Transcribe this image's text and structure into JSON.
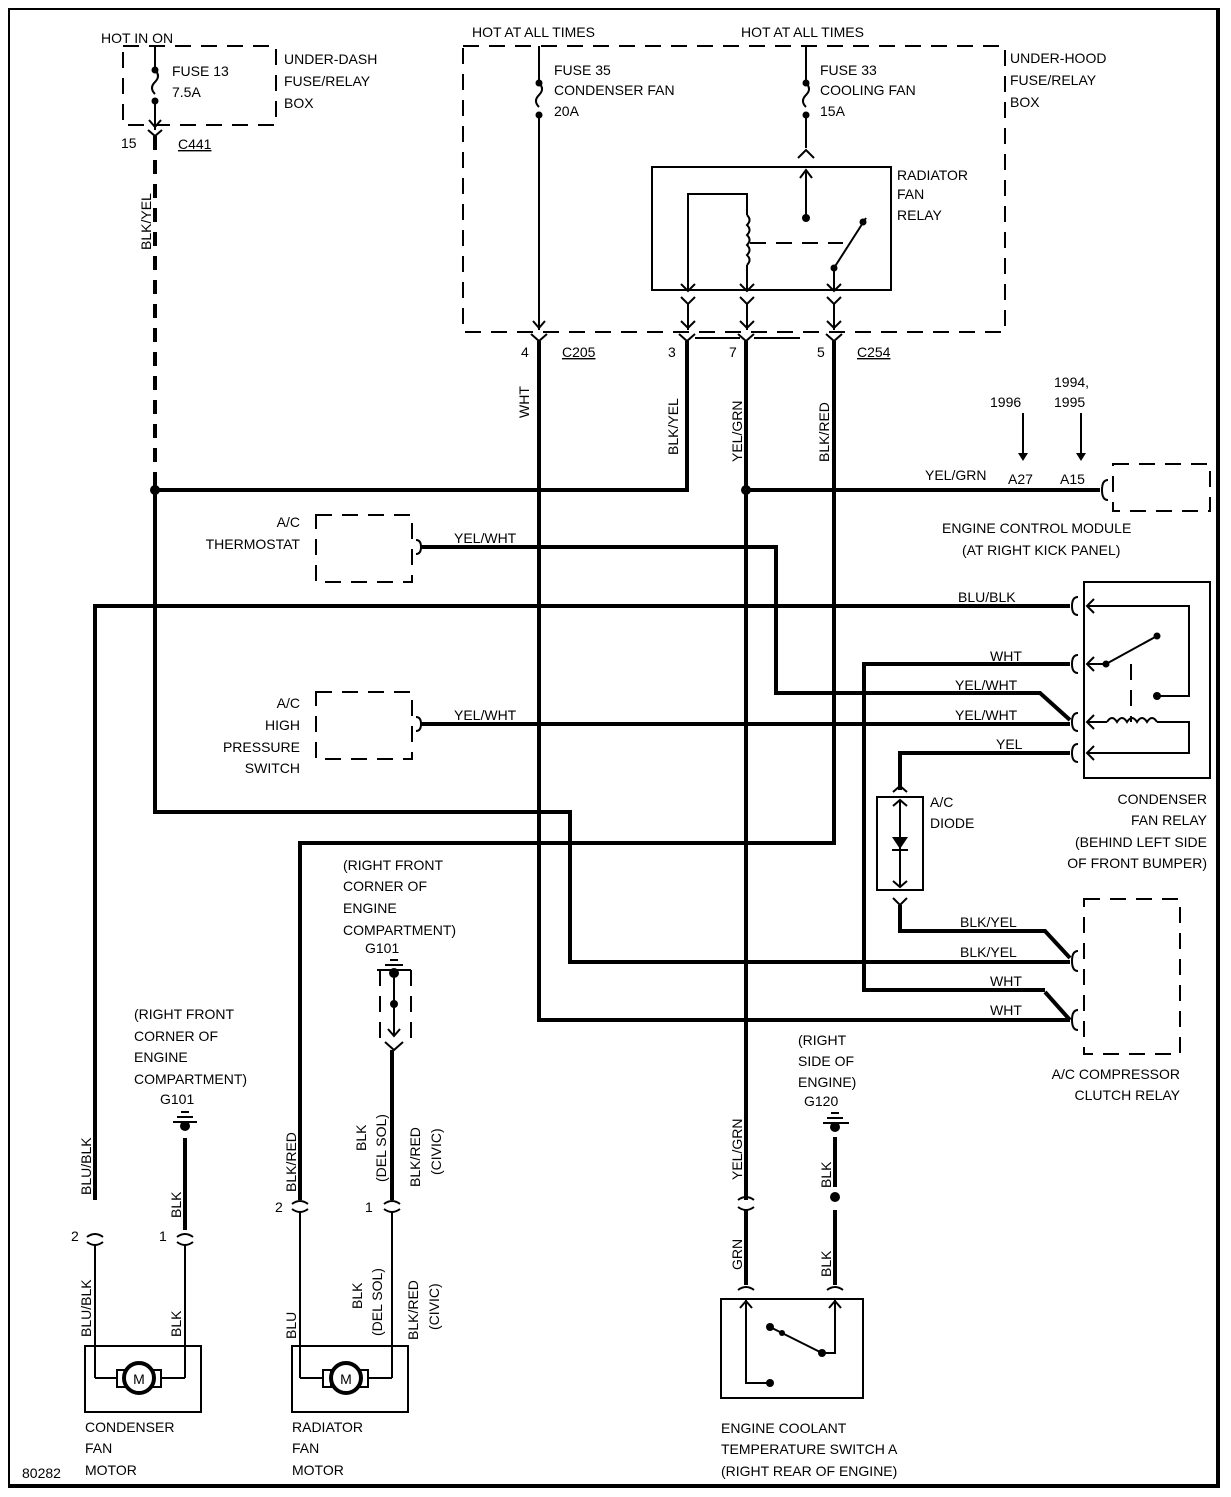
{
  "diagram_id": "80282",
  "under_dash_box": {
    "power_label": "HOT IN ON",
    "fuse_name": "FUSE 13",
    "fuse_rating": "7.5A",
    "title_lines": [
      "UNDER-DASH",
      "FUSE/RELAY",
      "BOX"
    ],
    "connector": "C441",
    "pin": "15",
    "wire": "BLK/YEL"
  },
  "under_hood_box": {
    "power_label_1": "HOT AT ALL TIMES",
    "power_label_2": "HOT AT ALL TIMES",
    "fuse35": {
      "name": "FUSE 35",
      "desc": "CONDENSER FAN",
      "rating": "20A"
    },
    "fuse33": {
      "name": "FUSE 33",
      "desc": "COOLING FAN",
      "rating": "15A"
    },
    "title_lines": [
      "UNDER-HOOD",
      "FUSE/RELAY",
      "BOX"
    ],
    "relay_lines": [
      "RADIATOR",
      "FAN",
      "RELAY"
    ],
    "connector_1": "C205",
    "connector_2": "C254",
    "pins": [
      {
        "pin": "4",
        "wire": "WHT"
      },
      {
        "pin": "3",
        "wire": "BLK/YEL"
      },
      {
        "pin": "7",
        "wire": "YEL/GRN"
      },
      {
        "pin": "5",
        "wire": "BLK/RED"
      }
    ]
  },
  "ecm": {
    "wire": "YEL/GRN",
    "year_1996": "1996",
    "year_1994_1995": [
      "1994,",
      "1995"
    ],
    "pin_1996": "A27",
    "pin_1994_1995": "A15",
    "title_lines": [
      "ENGINE CONTROL MODULE",
      "(AT RIGHT KICK PANEL)"
    ]
  },
  "ac_thermostat": {
    "label_lines": [
      "A/C",
      "THERMOSTAT"
    ],
    "wire": "YEL/WHT"
  },
  "ac_high_pressure": {
    "label_lines": [
      "A/C",
      "HIGH",
      "PRESSURE",
      "SWITCH"
    ],
    "wire": "YEL/WHT"
  },
  "condenser_fan_relay": {
    "wires": [
      "BLU/BLK",
      "WHT",
      "YEL/WHT",
      "YEL/WHT",
      "YEL"
    ],
    "title_lines": [
      "CONDENSER",
      "FAN RELAY",
      "(BEHIND LEFT SIDE",
      "OF FRONT BUMPER)"
    ]
  },
  "ac_diode": {
    "label_lines": [
      "A/C",
      "DIODE"
    ]
  },
  "ac_clutch_relay": {
    "wires": [
      "BLK/YEL",
      "BLK/YEL",
      "WHT",
      "WHT"
    ],
    "title_lines": [
      "A/C COMPRESSOR",
      "CLUTCH RELAY"
    ]
  },
  "ground_g101_a": {
    "location_lines": [
      "(RIGHT FRONT",
      "CORNER OF",
      "ENGINE",
      "COMPARTMENT)"
    ],
    "name": "G101"
  },
  "ground_g101_b": {
    "location_lines": [
      "(RIGHT FRONT",
      "CORNER OF",
      "ENGINE",
      "COMPARTMENT)"
    ],
    "name": "G101"
  },
  "ground_g120": {
    "location_lines": [
      "(RIGHT",
      "SIDE OF",
      "ENGINE)"
    ],
    "name": "G120"
  },
  "condenser_fan_motor": {
    "pin_2": "2",
    "pin_1": "1",
    "wire_upper_left": "BLU/BLK",
    "wire_upper_right": "BLK",
    "wire_lower_left": "BLU/BLK",
    "wire_lower_right": "BLK",
    "motor_symbol": "M",
    "title_lines": [
      "CONDENSER",
      "FAN",
      "MOTOR"
    ]
  },
  "radiator_fan_motor": {
    "pin_2": "2",
    "pin_1": "1",
    "wire_upper_left": "BLK/RED",
    "wire_upper_right_a": [
      "BLK",
      "(DEL SOL)"
    ],
    "wire_upper_right_b": [
      "BLK/RED",
      "(CIVIC)"
    ],
    "wire_lower_left": "BLU",
    "wire_lower_right_a": [
      "BLK",
      "(DEL SOL)"
    ],
    "wire_lower_right_b": [
      "BLK/RED",
      "(CIVIC)"
    ],
    "motor_symbol": "M",
    "title_lines": [
      "RADIATOR",
      "FAN",
      "MOTOR"
    ]
  },
  "coolant_switch": {
    "wire_upper": "YEL/GRN",
    "wire_lower": "GRN",
    "ground_wire_upper": "BLK",
    "ground_wire_lower": "BLK",
    "title_lines": [
      "ENGINE COOLANT",
      "TEMPERATURE SWITCH A",
      "(RIGHT REAR OF ENGINE)"
    ]
  }
}
